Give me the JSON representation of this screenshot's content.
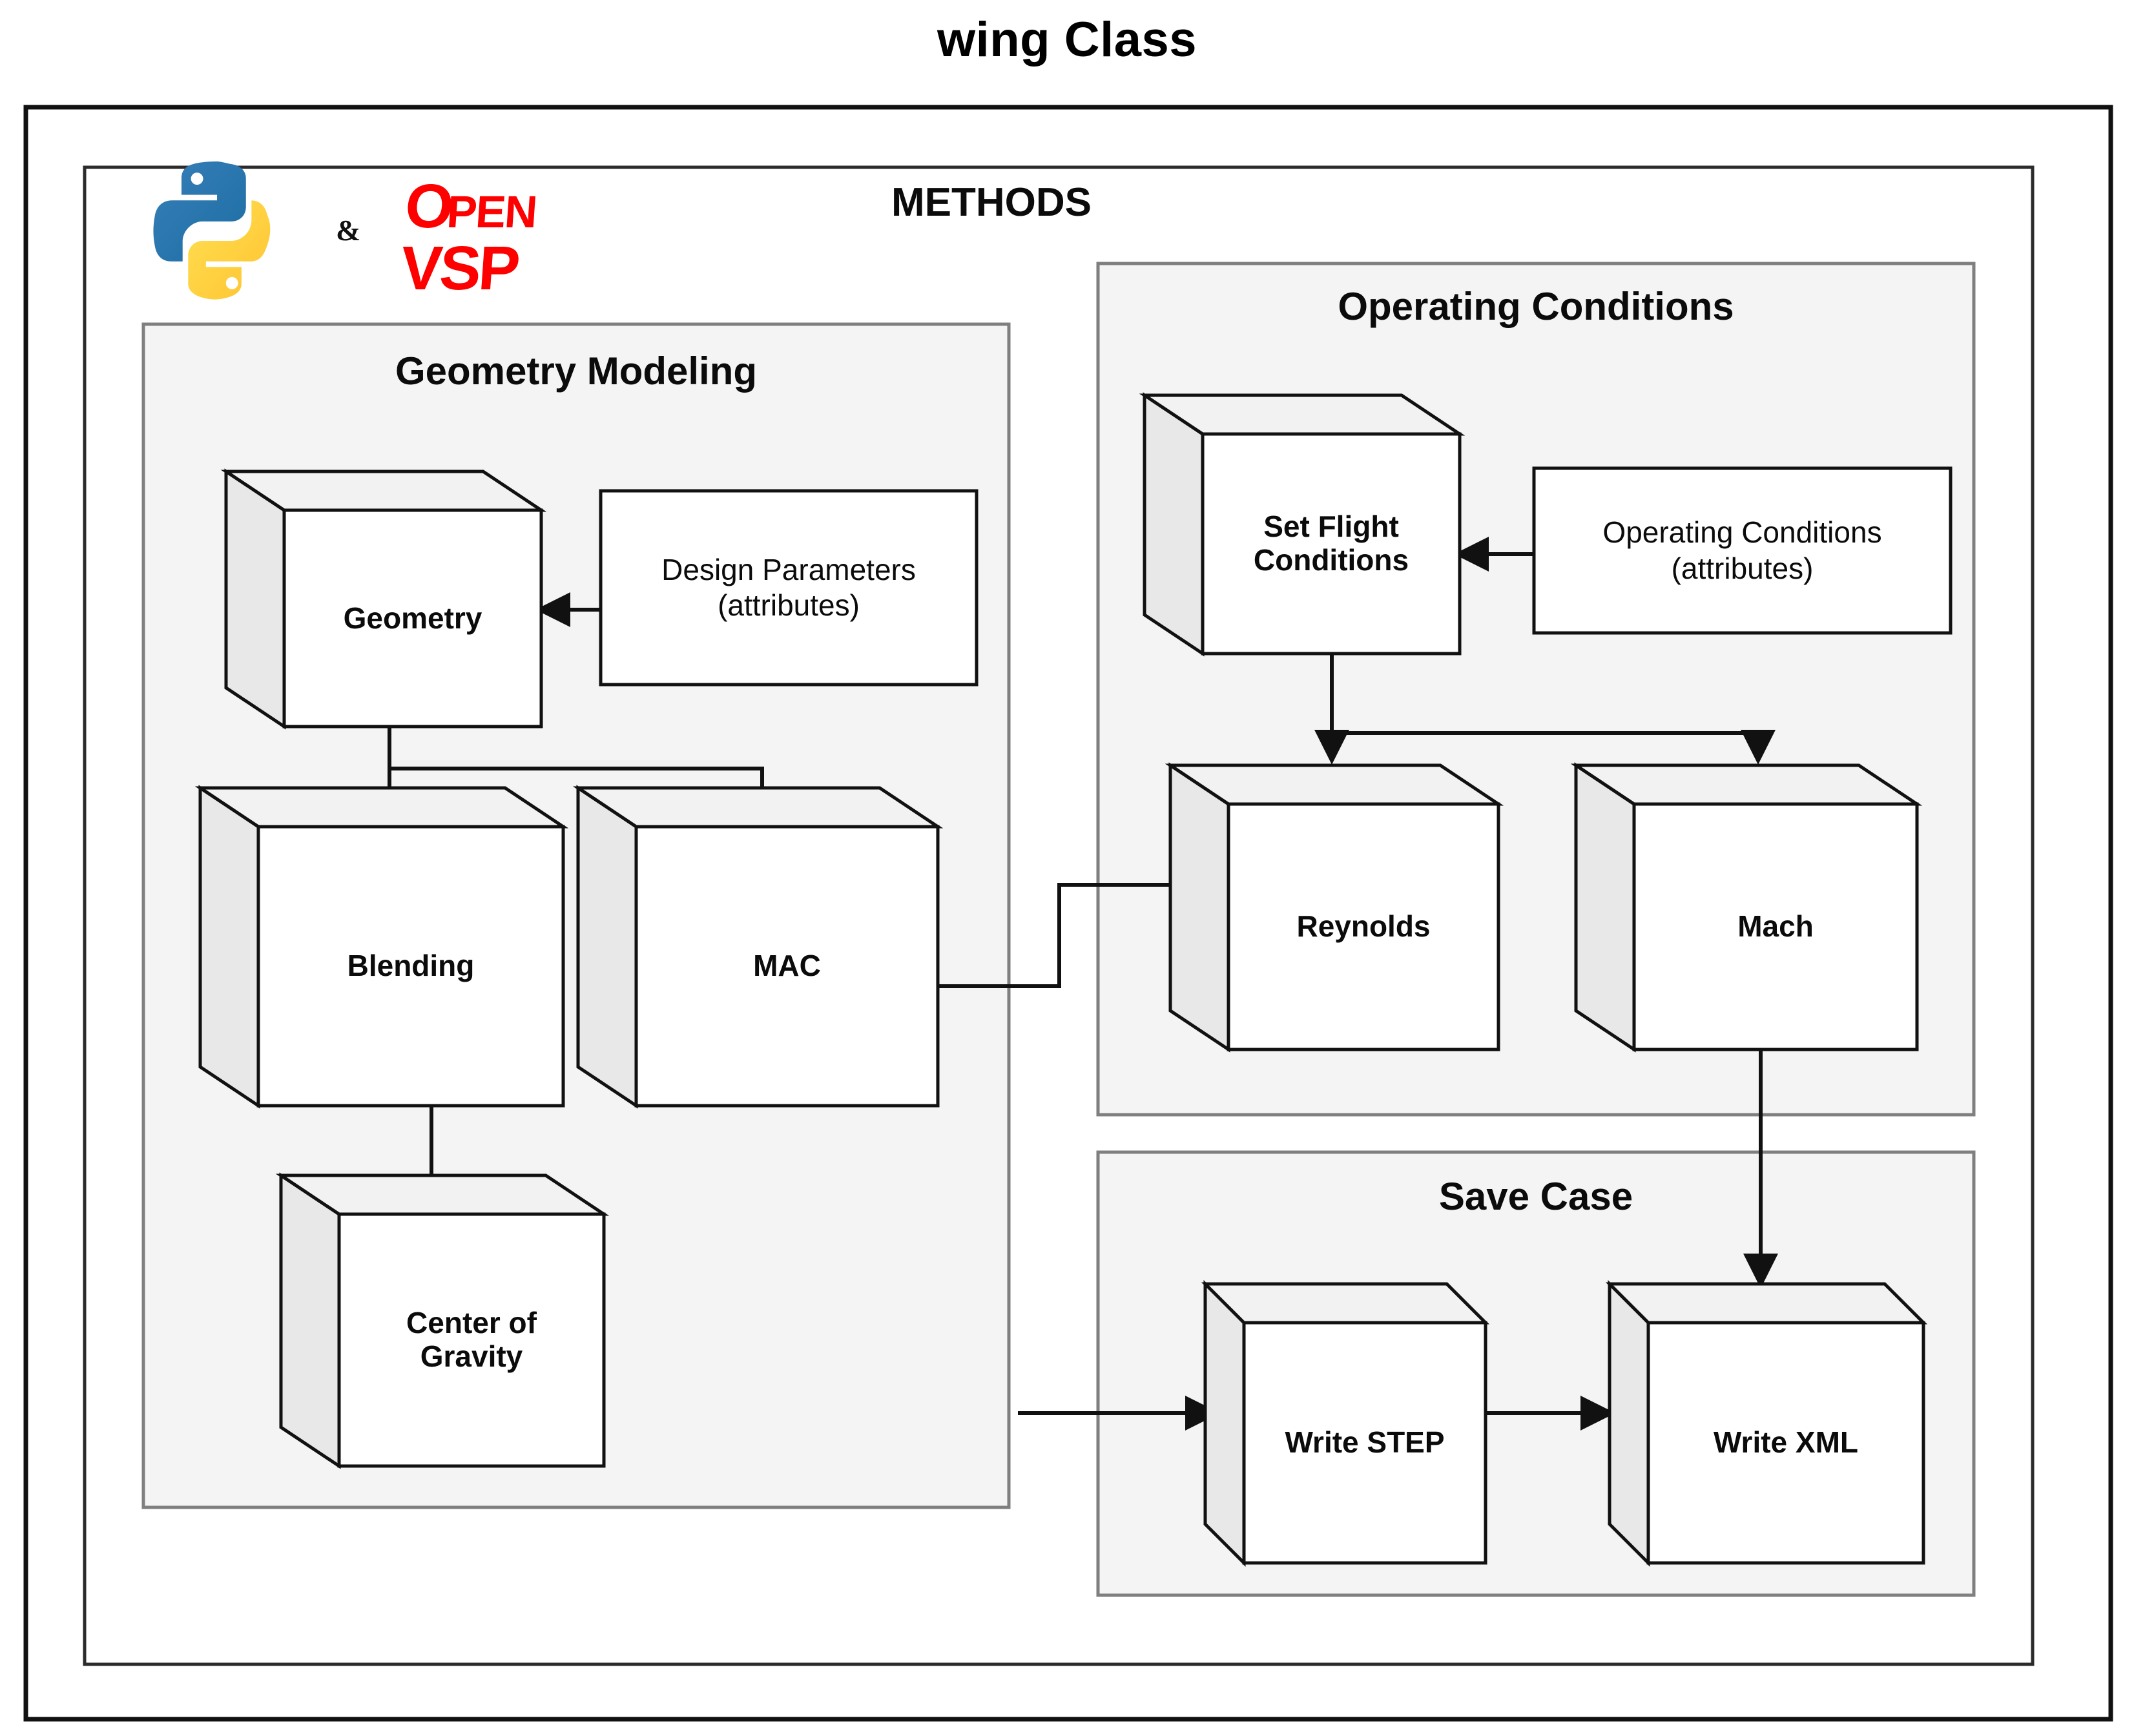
{
  "title": "wing Class",
  "frame": {
    "methods_label": "METHODS"
  },
  "logos": [
    {
      "name": "python-logo",
      "alt": "Python"
    },
    {
      "name": "ampersand",
      "text": "&"
    },
    {
      "name": "openvsp-logo",
      "alt": "OpenVSP",
      "line1": "Open",
      "line2": "VSP"
    }
  ],
  "panels": [
    {
      "id": "geometry-modeling",
      "title": "Geometry Modeling"
    },
    {
      "id": "operating-conditions",
      "title": "Operating Conditions"
    },
    {
      "id": "save-case",
      "title": "Save Case"
    }
  ],
  "nodes": [
    {
      "id": "geometry",
      "label": "Geometry",
      "panel": "geometry-modeling",
      "shape": "cube"
    },
    {
      "id": "blending",
      "label": "Blending",
      "panel": "geometry-modeling",
      "shape": "cube"
    },
    {
      "id": "mac",
      "label": "MAC",
      "panel": "geometry-modeling",
      "shape": "cube"
    },
    {
      "id": "center-of-gravity",
      "label": "Center of\nGravity",
      "line1": "Center of",
      "line2": "Gravity",
      "panel": "geometry-modeling",
      "shape": "cube"
    },
    {
      "id": "set-flight-conditions",
      "label": "Set Flight\nConditions",
      "line1": "Set Flight",
      "line2": "Conditions",
      "panel": "operating-conditions",
      "shape": "cube"
    },
    {
      "id": "reynolds",
      "label": "Reynolds",
      "panel": "operating-conditions",
      "shape": "cube"
    },
    {
      "id": "mach",
      "label": "Mach",
      "panel": "operating-conditions",
      "shape": "cube"
    },
    {
      "id": "write-step",
      "label": "Write STEP",
      "panel": "save-case",
      "shape": "cube"
    },
    {
      "id": "write-xml",
      "label": "Write XML",
      "panel": "save-case",
      "shape": "cube"
    }
  ],
  "attribute_boxes": [
    {
      "id": "design-parameters",
      "line1": "Design Parameters",
      "line2": "(attributes)"
    },
    {
      "id": "operating-conditions-attrs",
      "line1": "Operating Conditions",
      "line2": "(attributes)"
    }
  ],
  "edges": [
    {
      "from": "design-parameters",
      "to": "geometry"
    },
    {
      "from": "geometry",
      "to": "blending"
    },
    {
      "from": "geometry",
      "to": "mac"
    },
    {
      "from": "blending",
      "to": "center-of-gravity"
    },
    {
      "from": "mac",
      "to": "reynolds"
    },
    {
      "from": "operating-conditions-attrs",
      "to": "set-flight-conditions"
    },
    {
      "from": "set-flight-conditions",
      "to": "reynolds"
    },
    {
      "from": "set-flight-conditions",
      "to": "mach"
    },
    {
      "from": "geometry-modeling",
      "to": "write-step"
    },
    {
      "from": "write-step",
      "to": "write-xml"
    },
    {
      "from": "mach",
      "to": "write-xml"
    }
  ],
  "colors": {
    "panel_fill": "#f4f4f4",
    "panel_stroke": "#7f7f7f",
    "node_face": "#ffffff",
    "node_side": "#e8e8e8",
    "node_top": "#f2f2f2",
    "stroke": "#1a1a1a",
    "python_blue": "#3272a2",
    "python_yellow": "#ffd342",
    "vsp_red": "#fe0000",
    "text": "#0b0b0b"
  }
}
